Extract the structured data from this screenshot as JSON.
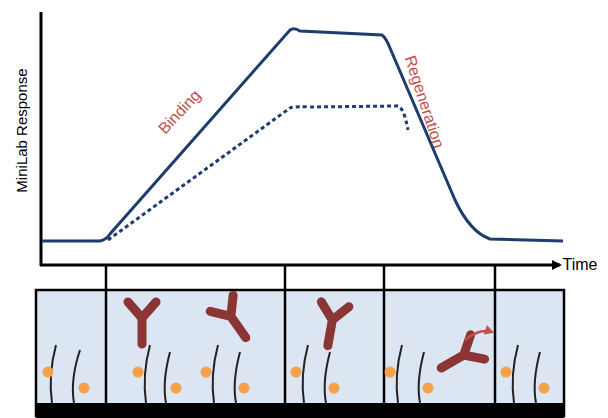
{
  "diagram": {
    "labels": [
      "MiniLab Response",
      "Time",
      "Binding",
      "Regeneration"
    ]
  }
}
